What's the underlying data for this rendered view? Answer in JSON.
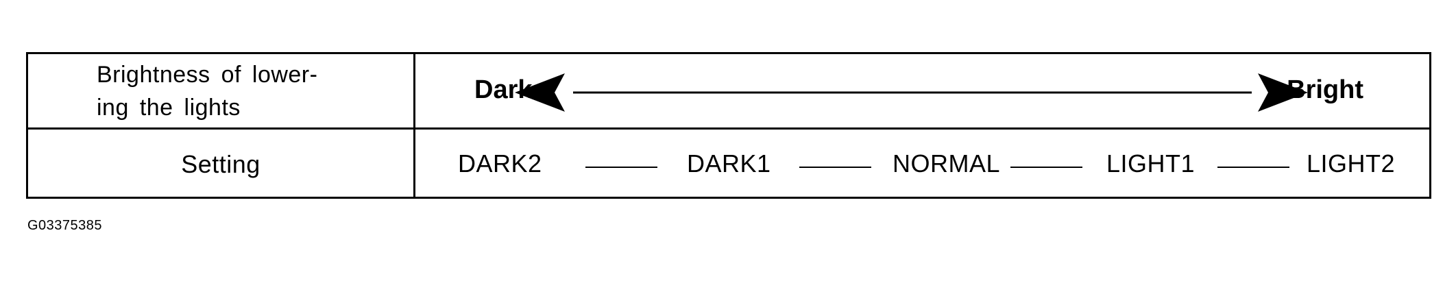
{
  "table": {
    "header_label": "Brightness of lower-\ning the lights",
    "setting_label": "Setting",
    "scale": {
      "dark_label": "Dark",
      "bright_label": "Bright"
    },
    "levels": [
      "DARK2",
      "DARK1",
      "NORMAL",
      "LIGHT1",
      "LIGHT2"
    ]
  },
  "footer": {
    "code": "G03375385"
  },
  "icons": {
    "scale_arrow": "double-headed-arrow-icon"
  }
}
